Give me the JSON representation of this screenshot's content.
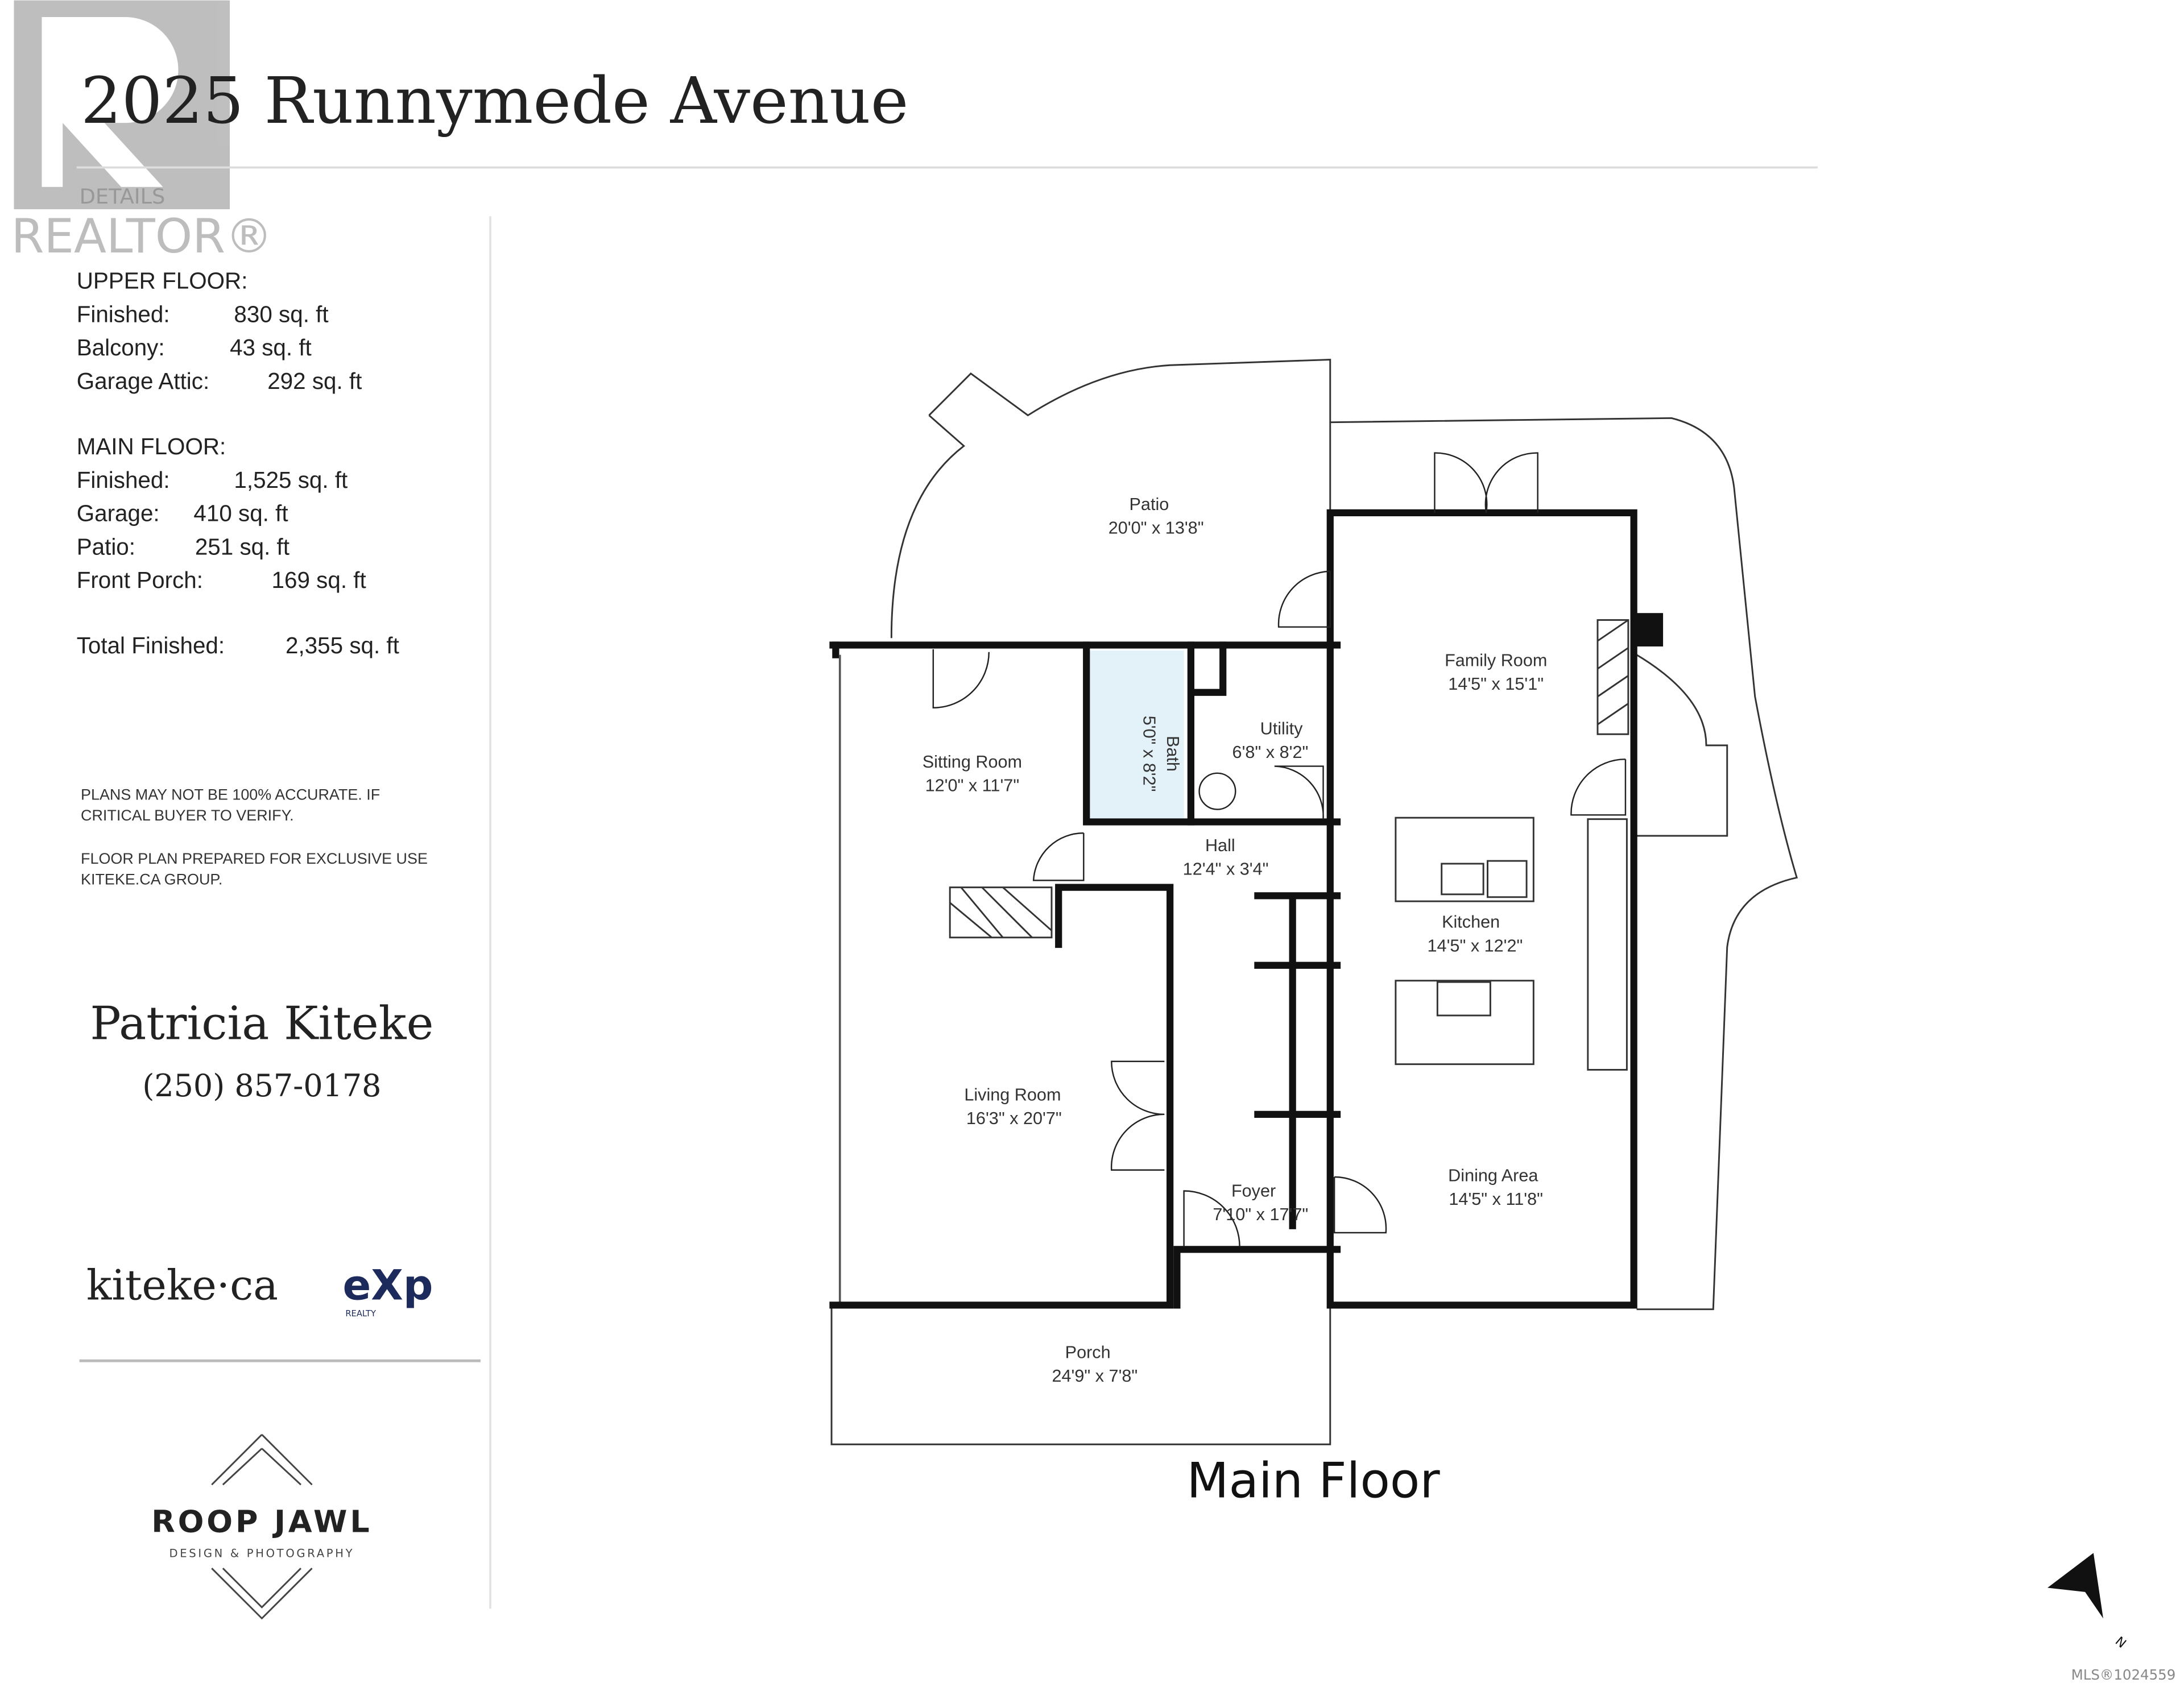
{
  "title": "2025 Runnymede Avenue",
  "watermark": {
    "line1": "DETAILS",
    "line2": "REALTOR®"
  },
  "details": {
    "upper_heading": "UPPER FLOOR:",
    "upper": [
      {
        "label": "Finished:",
        "value": "830 sq. ft"
      },
      {
        "label": "Balcony:",
        "value": "43 sq. ft"
      },
      {
        "label": "Garage Attic:",
        "value": "292 sq. ft"
      }
    ],
    "main_heading": "MAIN FLOOR:",
    "main": [
      {
        "label": "Finished:",
        "value": "1,525 sq. ft"
      },
      {
        "label": "Garage:",
        "value": "410 sq. ft"
      },
      {
        "label": "Patio:",
        "value": "251 sq. ft"
      },
      {
        "label": "Front Porch:",
        "value": "169 sq. ft"
      }
    ],
    "total": {
      "label": "Total Finished:",
      "value": "2,355 sq. ft"
    }
  },
  "disclaimer": {
    "line1": "PLANS MAY NOT BE 100% ACCURATE. IF",
    "line2": "CRITICAL BUYER TO VERIFY.",
    "line3": "FLOOR PLAN PREPARED FOR EXCLUSIVE USE",
    "line4": "KITEKE.CA GROUP."
  },
  "agent": {
    "name": "Patricia Kiteke",
    "phone": "(250) 857-0178"
  },
  "brand": {
    "kiteke": "kiteke·ca",
    "exp": "eXp",
    "exp_sub": "REALTY"
  },
  "photographer": {
    "name": "ROOP JAWL",
    "tagline": "DESIGN & PHOTOGRAPHY"
  },
  "floor_label": "Main Floor",
  "rooms": [
    {
      "name": "Patio",
      "size": "20'0\" x 13'8\""
    },
    {
      "name": "Family Room",
      "size": "14'5\" x 15'1\""
    },
    {
      "name": "Sitting Room",
      "size": "12'0\" x 11'7\""
    },
    {
      "name": "Bath",
      "size": "5'0\" x 8'2\""
    },
    {
      "name": "Utility",
      "size": "6'8\" x 8'2\""
    },
    {
      "name": "Hall",
      "size": "12'4\" x 3'4\""
    },
    {
      "name": "Kitchen",
      "size": "14'5\" x 12'2\""
    },
    {
      "name": "Living Room",
      "size": "16'3\" x 20'7\""
    },
    {
      "name": "Foyer",
      "size": "7'10\" x 17'7\""
    },
    {
      "name": "Dining Area",
      "size": "14'5\" x 11'8\""
    },
    {
      "name": "Porch",
      "size": "24'9\" x 7'8\""
    }
  ],
  "compass": {
    "label": "N",
    "icon": "north-arrow-icon"
  },
  "mls": "MLS®1024559",
  "colors": {
    "bath_fill": "#e3f1f8",
    "watermark": "#9a9a9a",
    "exp_red": "#e1252a",
    "exp_navy": "#1d2a5c"
  }
}
